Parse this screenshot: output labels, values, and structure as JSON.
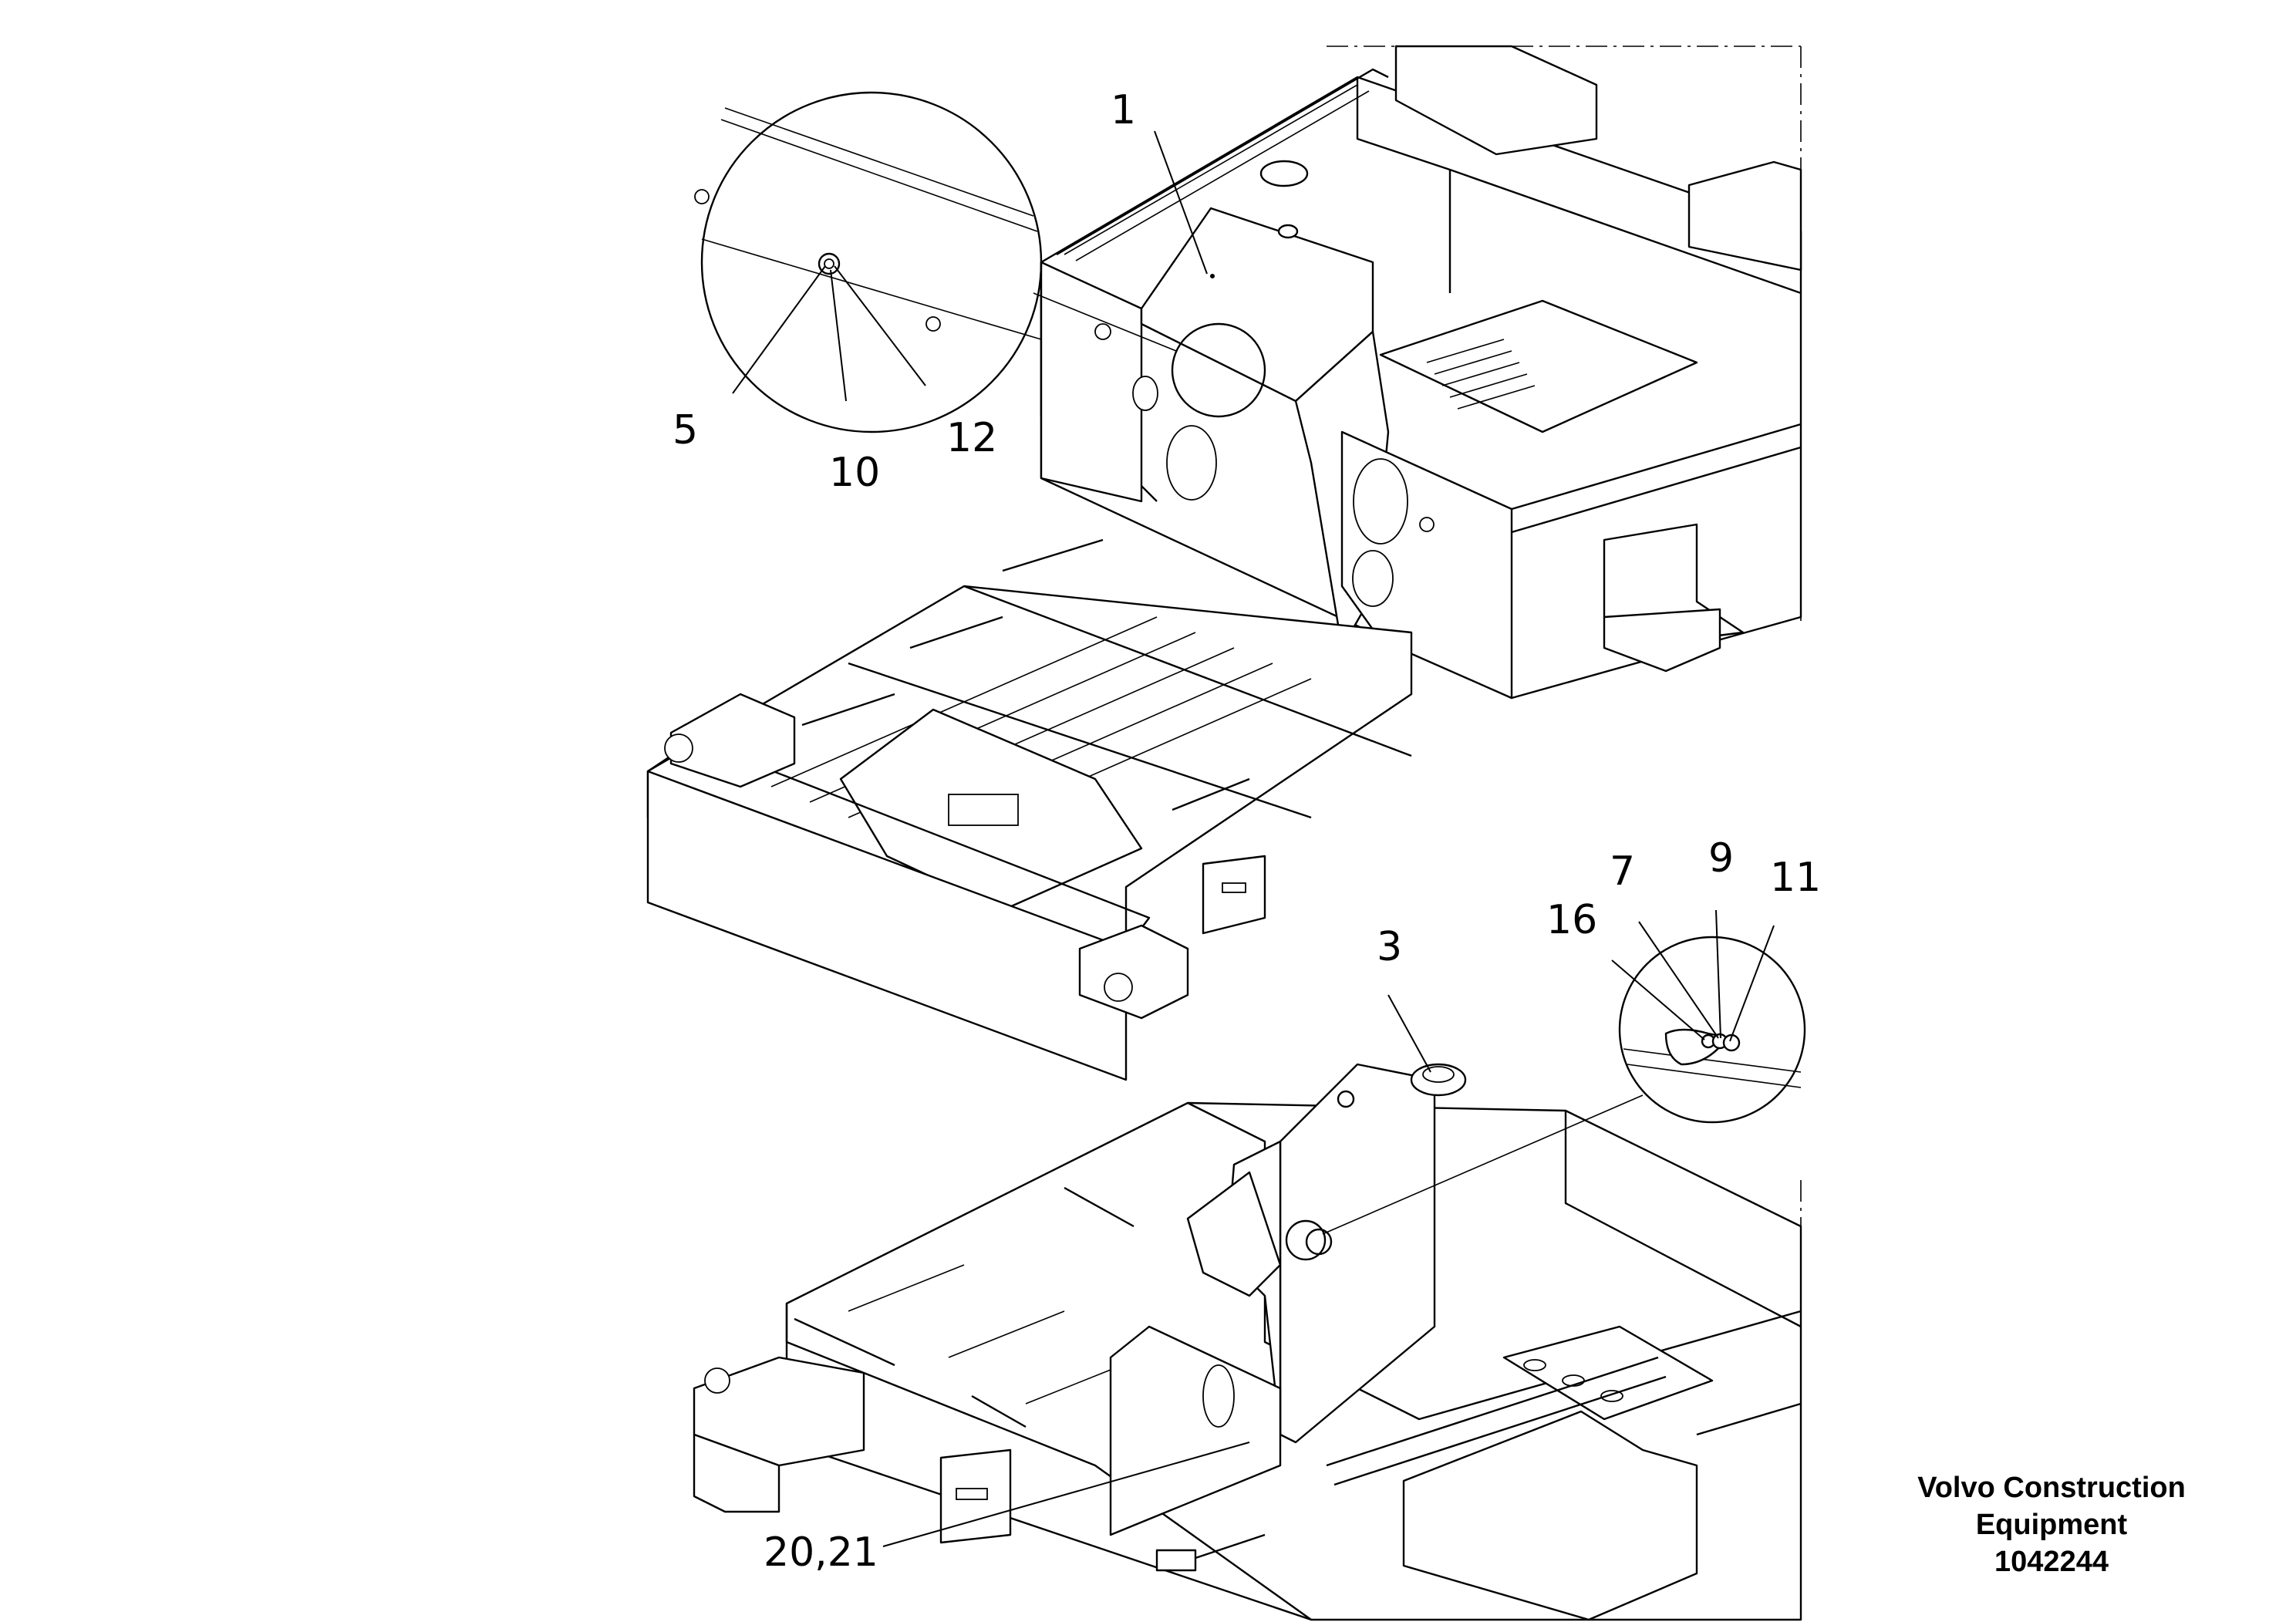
{
  "callouts": {
    "c1": "1",
    "c5": "5",
    "c10": "10",
    "c12": "12",
    "c3": "3",
    "c7": "7",
    "c9": "9",
    "c11": "11",
    "c16": "16",
    "c20_21": "20,21"
  },
  "footer": {
    "line1": "Volvo Construction",
    "line2": "Equipment",
    "line3": "1042244"
  }
}
